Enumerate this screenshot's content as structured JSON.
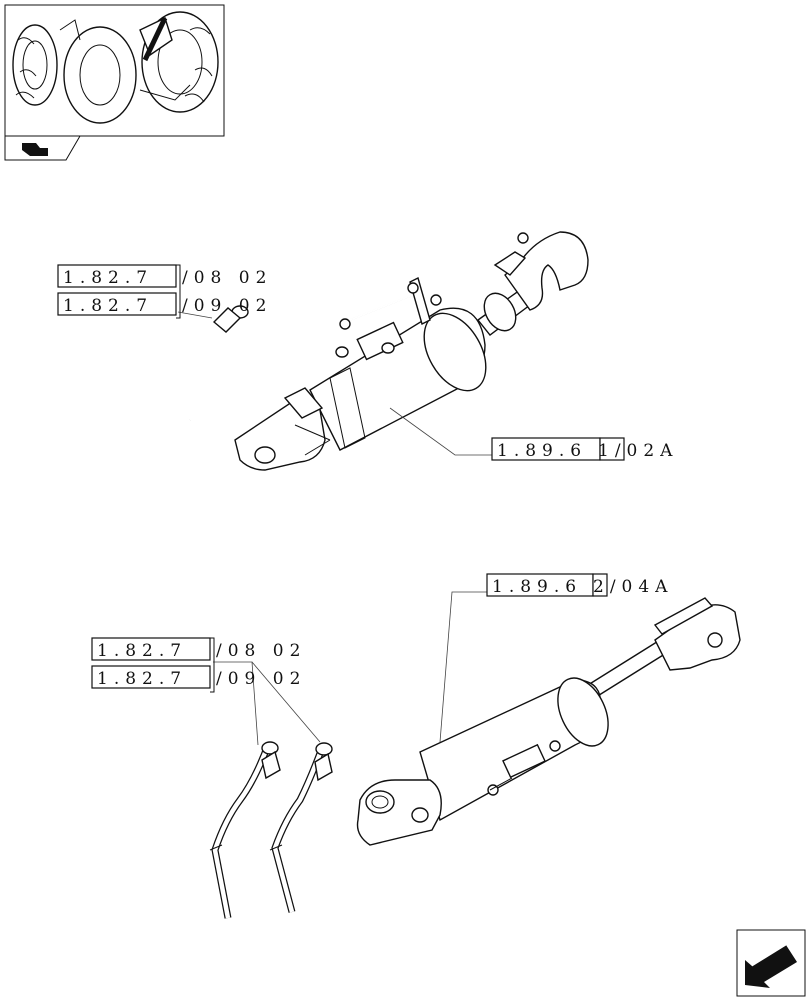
{
  "references": {
    "top_left_1": {
      "code": "1.82.7",
      "suffix": "/08 02"
    },
    "top_left_2": {
      "code": "1.82.7",
      "suffix": "/09 02"
    },
    "top_right": {
      "code": "1.89.6",
      "suffix": "1/02A"
    },
    "bottom_right": {
      "code": "1.89.6",
      "suffix": "2/04A"
    },
    "bottom_left_1": {
      "code": "1.82.7",
      "suffix": "/08 02"
    },
    "bottom_left_2": {
      "code": "1.82.7",
      "suffix": "/09 02"
    }
  },
  "icons": {
    "thumbnail": "tractor-thumbnail-icon",
    "thumbnail_tab": "tractor-tab-icon",
    "nav": "arrow-nav-icon"
  },
  "colors": {
    "ink": "#111111",
    "paper": "#ffffff"
  }
}
